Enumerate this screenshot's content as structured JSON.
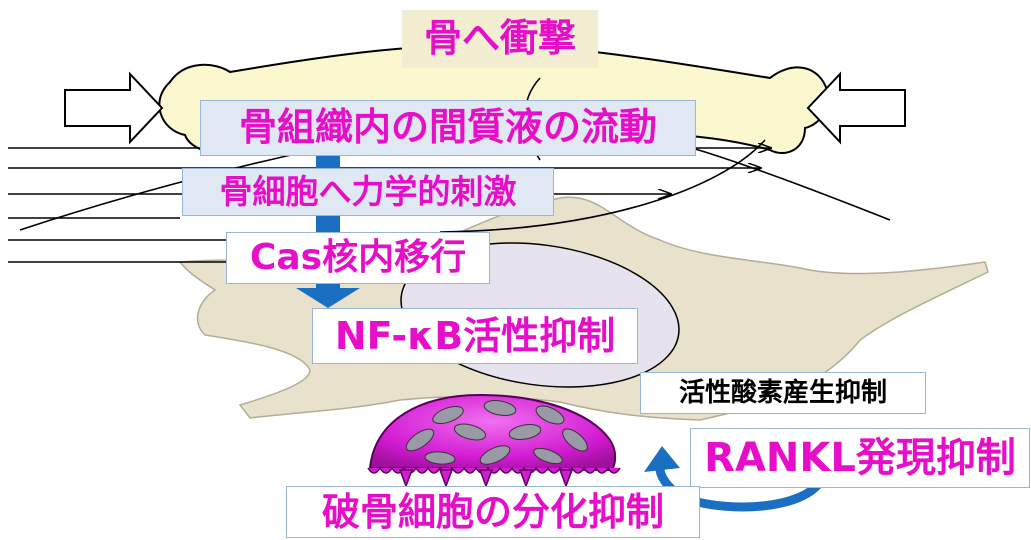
{
  "labels": {
    "impact": "骨へ衝撃",
    "fluid_flow": "骨組織内の間質液の流動",
    "mechanical_stimulus": "骨細胞へ力学的刺激",
    "cas_translocation": "Cas核内移行",
    "nfkb_suppression": "NF-κB活性抑制",
    "ros_suppression": "活性酸素産生抑制",
    "rankl_suppression": "RANKL発現抑制",
    "osteoclast_suppression": "破骨細胞の分化抑制"
  },
  "colors": {
    "label_text": "#e60ec8",
    "bone": "#fbf7cf",
    "osteocyte": "#e8e2cc",
    "nucleus": "#e6e2ee",
    "flow_arrow": "#1b6fc2",
    "osteoclast": "#d21bd2"
  }
}
